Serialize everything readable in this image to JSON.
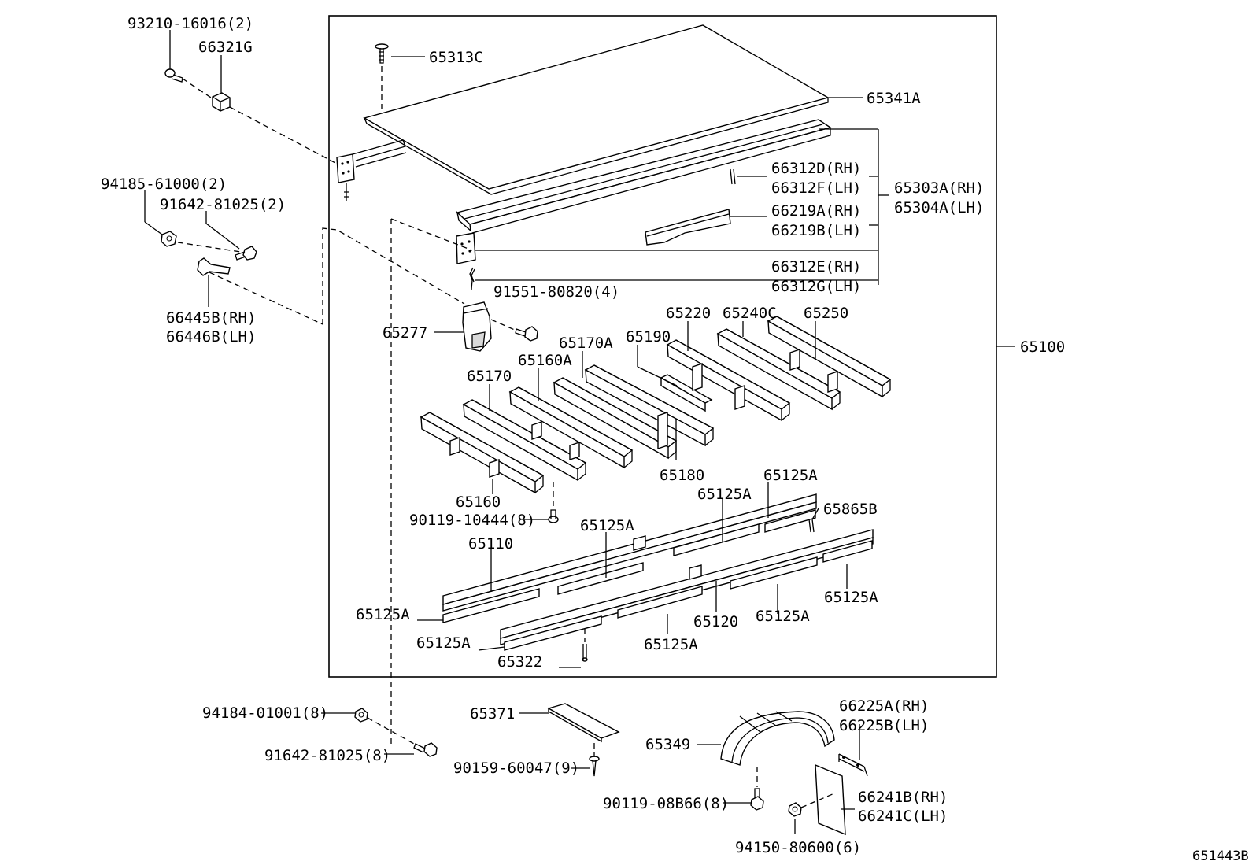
{
  "diagram_code": "651443B",
  "labels": {
    "l_93210": "93210-16016(2)",
    "l_66321G": "66321G",
    "l_94185": "94185-61000(2)",
    "l_91642a": "91642-81025(2)",
    "l_66445B": "66445B(RH)",
    "l_66446B": "66446B(LH)",
    "l_65313C": "65313C",
    "l_65341A": "65341A",
    "l_66312D": "66312D(RH)",
    "l_66312F": "66312F(LH)",
    "l_65303A": "65303A(RH)",
    "l_65304A": "65304A(LH)",
    "l_66219A": "66219A(RH)",
    "l_66219B": "66219B(LH)",
    "l_66312E": "66312E(RH)",
    "l_66312G": "66312G(LH)",
    "l_91551": "91551-80820(4)",
    "l_65277": "65277",
    "l_65220": "65220",
    "l_65240C": "65240C",
    "l_65250": "65250",
    "l_65100": "65100",
    "l_65170A": "65170A",
    "l_65190": "65190",
    "l_65160A": "65160A",
    "l_65170": "65170",
    "l_65180": "65180",
    "l_65160": "65160",
    "l_65125A_1": "65125A",
    "l_65125A_2": "65125A",
    "l_65865B": "65865B",
    "l_90119a": "90119-10444(8)",
    "l_65125A_3": "65125A",
    "l_65110": "65110",
    "l_65125A_4": "65125A",
    "l_65125A_5": "65125A",
    "l_65120": "65120",
    "l_65125A_6": "65125A",
    "l_65125A_7": "65125A",
    "l_65125A_8": "65125A",
    "l_65322": "65322",
    "l_94184": "94184-01001(8)",
    "l_65371": "65371",
    "l_66225A": "66225A(RH)",
    "l_66225B": "66225B(LH)",
    "l_91642b": "91642-81025(8)",
    "l_65349": "65349",
    "l_90159": "90159-60047(9)",
    "l_66241B": "66241B(RH)",
    "l_90119b": "90119-08B66(8)",
    "l_66241C": "66241C(LH)",
    "l_94150": "94150-80600(6)"
  }
}
